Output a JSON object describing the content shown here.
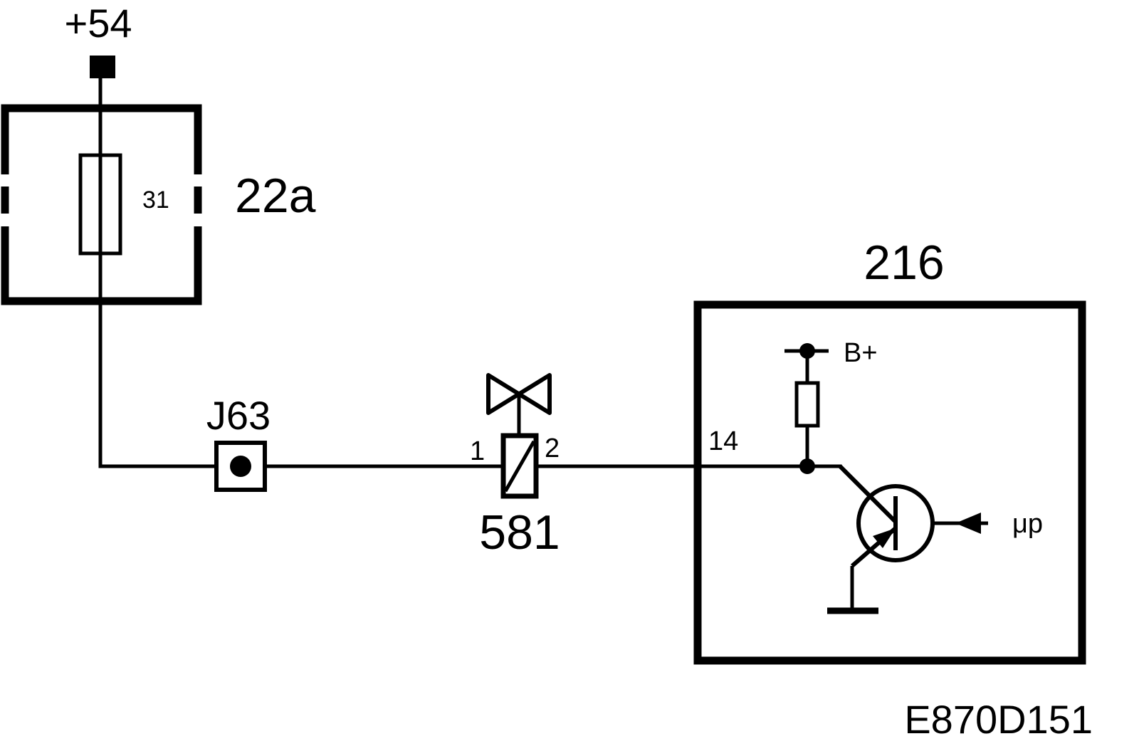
{
  "supply": {
    "label": "+54"
  },
  "fuse_box": {
    "label": "22a",
    "fuse_number": "31"
  },
  "connector": {
    "label": "J63"
  },
  "valve": {
    "label": "581",
    "pin_left": "1",
    "pin_right": "2"
  },
  "control_unit": {
    "label": "216",
    "pin": "14",
    "supply_label": "B+",
    "input_label": "μp"
  },
  "reference_code": "E870D151"
}
